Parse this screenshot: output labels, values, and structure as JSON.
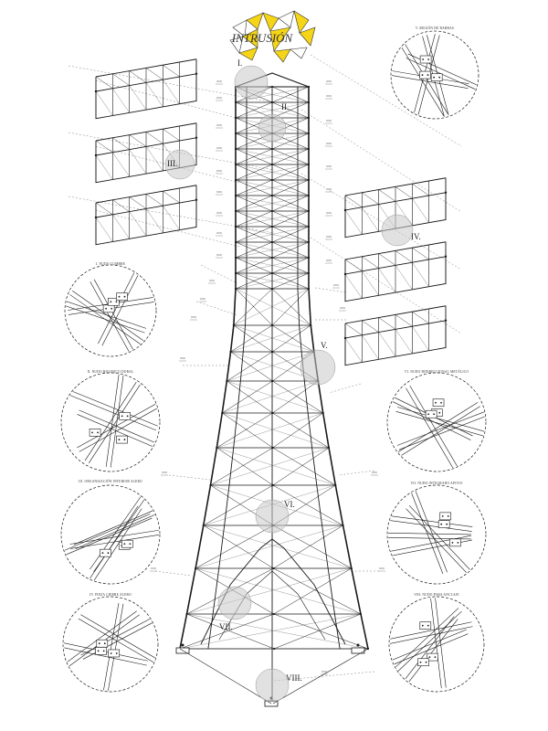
{
  "logo": {
    "text": "INTRUSIÓN",
    "color": "#f5d515"
  },
  "tower_callouts": [
    "I.",
    "II.",
    "III.",
    "IV.",
    "V.",
    "VI.",
    "VII.",
    "VIII."
  ],
  "detail_titles": [
    "I. NUDO CUMBRE",
    "II. NUDO BICONICO DORAL",
    "III. ORGANIZACIÓN INTERIOR ALERO",
    "IV. PIEZA CIERRE ALERO",
    "V. REGIÓN DE BARRAS",
    "VI. NUDO BIDIRECCIONAL METÁLICO",
    "VII. NUDO INTEGRADO APOYO",
    "VIII. NUDO PARA ANCLAJE"
  ],
  "colors": {
    "ink": "#1a1a1a",
    "thin": "#555555",
    "dash": "#666666",
    "callout_fill": "#d9d9d9",
    "accent": "#f5d515"
  }
}
